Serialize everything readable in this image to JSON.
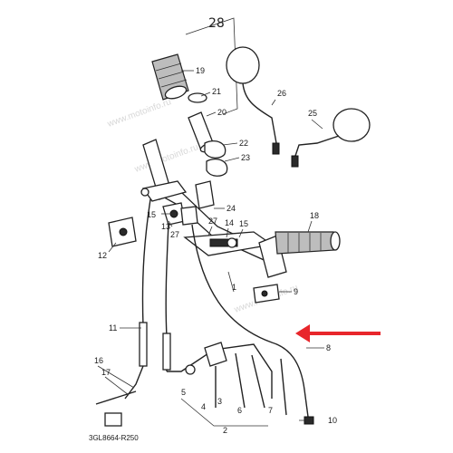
{
  "diagram": {
    "page_number": "28",
    "reference_code": "3GL8664-R250",
    "watermark": "www.motoinfo.ru",
    "arrow_color": "#e8262b",
    "labels": [
      "19",
      "21",
      "20",
      "22",
      "23",
      "26",
      "25",
      "15",
      "13",
      "27",
      "24",
      "12",
      "27",
      "14",
      "15",
      "18",
      "1",
      "9",
      "11",
      "8",
      "16",
      "17",
      "2",
      "3",
      "4",
      "5",
      "6",
      "7",
      "10"
    ]
  }
}
